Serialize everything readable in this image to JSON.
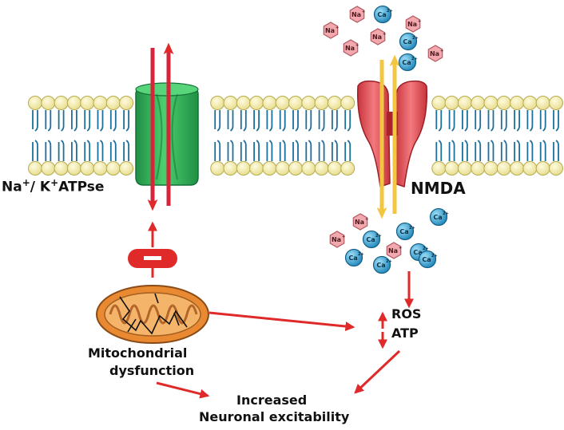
{
  "labels": {
    "pump": {
      "main": "Na",
      "sup1": "+",
      "mid": "/ K",
      "sup2": "+",
      "tail": "ATPse"
    },
    "nmda": "NMDA",
    "mito_line1": "Mitochondrial",
    "mito_line2": "dysfunction",
    "ros": "ROS",
    "atp": "ATP",
    "outcome_line1": "Increased",
    "outcome_line2": "Neuronal excitability"
  },
  "ions": {
    "na": {
      "symbol": "Na",
      "charge": "+"
    },
    "ca": {
      "symbol": "Ca",
      "charge": "2+"
    }
  },
  "colors": {
    "arrow": "#e02a2a",
    "nmda_flux": "#f2c640",
    "pump_body": "#35b85a",
    "nmda_body": "#e0575c",
    "na_ion": "#f2a8ad",
    "ca_ion": "#3aa6d6",
    "lipid_head": "#f4efb0",
    "mito_outer": "#e98a33"
  }
}
